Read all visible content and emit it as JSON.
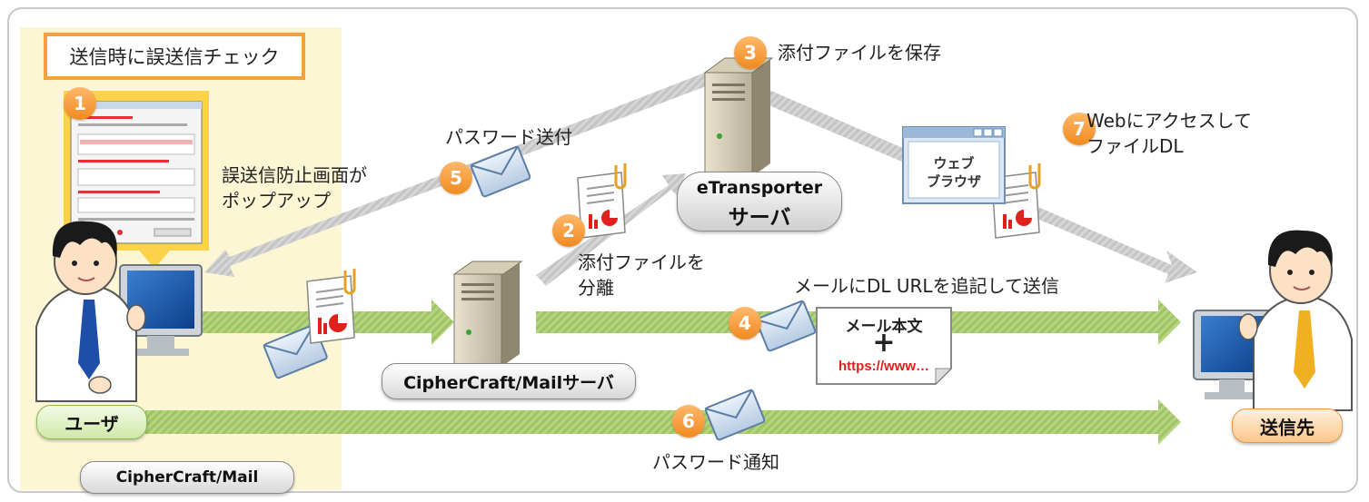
{
  "title_box": "送信時に誤送信チェック",
  "steps": {
    "s1": "1",
    "s2": "2",
    "s3": "3",
    "s4": "4",
    "s5": "5",
    "s6": "6",
    "s7": "7"
  },
  "labels": {
    "popup_line1": "誤送信防止画面が",
    "popup_line2": "ポップアップ",
    "password_send": "パスワード送付",
    "separate_line1": "添付ファイルを",
    "separate_line2": "分離",
    "save_attachment": "添付ファイルを保存",
    "mail_url": "メールにDL URLを追記して送信",
    "password_notify": "パスワード通知",
    "web_access_line1": "Webにアクセスして",
    "web_access_line2": "ファイルDL"
  },
  "nodes": {
    "etransporter_line1": "eTransporter",
    "etransporter_line2": "サーバ",
    "ciphercraft_mail_server": "CipherCraft/Mailサーバ",
    "user": "ユーザ",
    "recipient": "送信先",
    "ciphercraft_mail": "CipherCraft/Mail"
  },
  "mail_body": {
    "title": "メール本文",
    "plus": "+",
    "url": "https://www…"
  },
  "browser": {
    "line1": "ウェブ",
    "line2": "ブラウザ"
  },
  "colors": {
    "accent_orange": "#f5a03c",
    "green_arrow": "#a9cc74",
    "gray_arrow": "#cfcfcf",
    "url_red": "#e0201c",
    "user_zone": "#fdf6d4"
  }
}
